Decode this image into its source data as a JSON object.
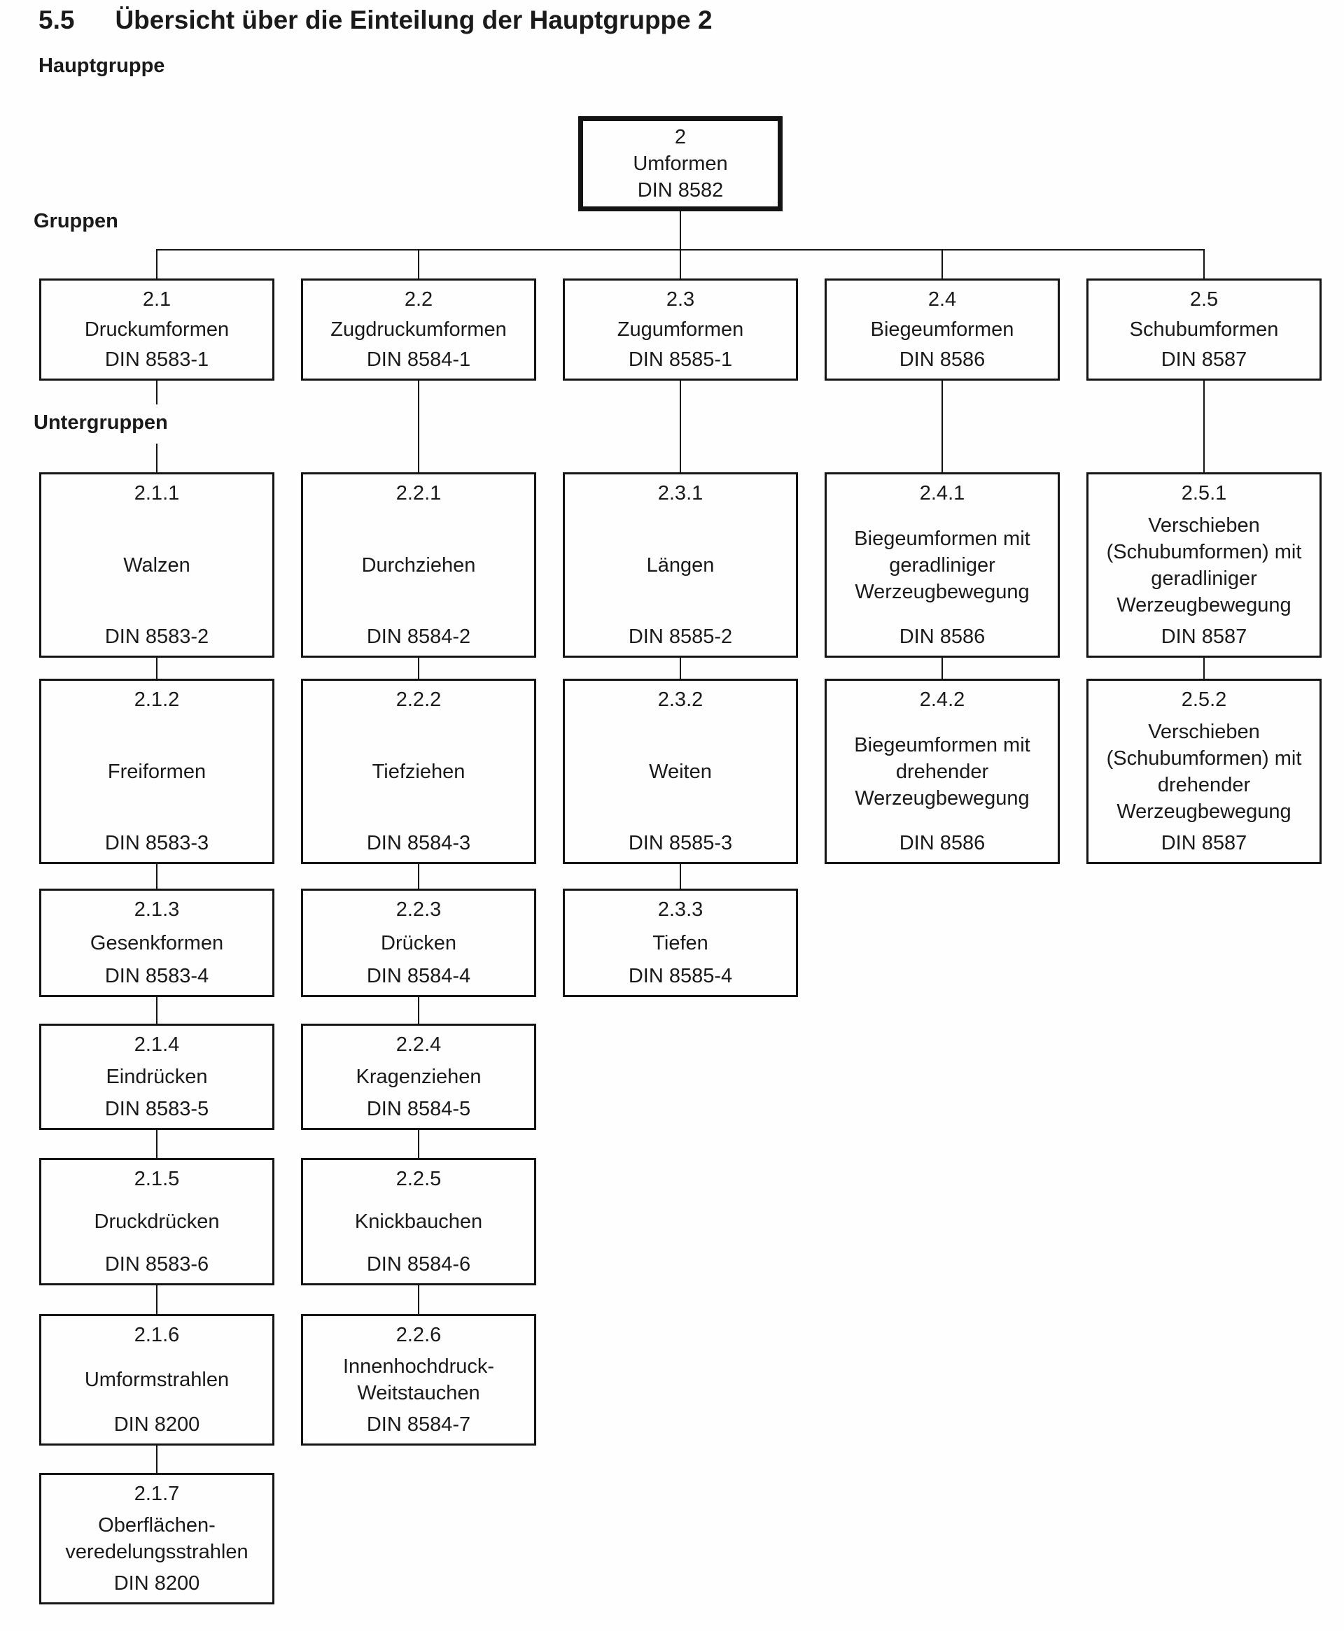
{
  "page": {
    "title_number": "5.5",
    "title_text": "Übersicht über die Einteilung der Hauptgruppe 2"
  },
  "labels": {
    "hauptgruppe": "Hauptgruppe",
    "gruppen": "Gruppen",
    "untergruppen": "Untergruppen"
  },
  "colors": {
    "background": "#fefefe",
    "ink": "#141414"
  },
  "diagram": {
    "root": {
      "code": "2",
      "name": "Umformen",
      "din": "DIN 8582"
    },
    "groups": [
      {
        "code": "2.1",
        "name": "Druckumformen",
        "din": "DIN 8583-1"
      },
      {
        "code": "2.2",
        "name": "Zugdruckumformen",
        "din": "DIN 8584-1"
      },
      {
        "code": "2.3",
        "name": "Zugumformen",
        "din": "DIN 8585-1"
      },
      {
        "code": "2.4",
        "name": "Biegeumformen",
        "din": "DIN 8586"
      },
      {
        "code": "2.5",
        "name": "Schubumformen",
        "din": "DIN 8587"
      }
    ],
    "columns": [
      {
        "items": [
          {
            "code": "2.1.1",
            "name": "Walzen",
            "din": "DIN 8583-2"
          },
          {
            "code": "2.1.2",
            "name": "Freiformen",
            "din": "DIN 8583-3"
          },
          {
            "code": "2.1.3",
            "name": "Gesenkformen",
            "din": "DIN 8583-4"
          },
          {
            "code": "2.1.4",
            "name": "Eindrücken",
            "din": "DIN 8583-5"
          },
          {
            "code": "2.1.5",
            "name": "Druckdrücken",
            "din": "DIN 8583-6"
          },
          {
            "code": "2.1.6",
            "name": "Umformstrahlen",
            "din": "DIN 8200"
          },
          {
            "code": "2.1.7",
            "name": "Oberflächen-\nveredelungsstrahlen",
            "din": "DIN 8200"
          }
        ]
      },
      {
        "items": [
          {
            "code": "2.2.1",
            "name": "Durchziehen",
            "din": "DIN 8584-2"
          },
          {
            "code": "2.2.2",
            "name": "Tiefziehen",
            "din": "DIN 8584-3"
          },
          {
            "code": "2.2.3",
            "name": "Drücken",
            "din": "DIN 8584-4"
          },
          {
            "code": "2.2.4",
            "name": "Kragenziehen",
            "din": "DIN 8584-5"
          },
          {
            "code": "2.2.5",
            "name": "Knickbauchen",
            "din": "DIN 8584-6"
          },
          {
            "code": "2.2.6",
            "name": "Innenhochdruck-\nWeitstauchen",
            "din": "DIN 8584-7"
          }
        ]
      },
      {
        "items": [
          {
            "code": "2.3.1",
            "name": "Längen",
            "din": "DIN 8585-2"
          },
          {
            "code": "2.3.2",
            "name": "Weiten",
            "din": "DIN 8585-3"
          },
          {
            "code": "2.3.3",
            "name": "Tiefen",
            "din": "DIN 8585-4"
          }
        ]
      },
      {
        "items": [
          {
            "code": "2.4.1",
            "name": "Biegeumformen mit\ngeradliniger\nWerzeugbewegung",
            "din": "DIN 8586"
          },
          {
            "code": "2.4.2",
            "name": "Biegeumformen mit\ndrehender\nWerzeugbewegung",
            "din": "DIN 8586"
          }
        ]
      },
      {
        "items": [
          {
            "code": "2.5.1",
            "name": "Verschieben\n(Schubumformen) mit\ngeradliniger\nWerzeugbewegung",
            "din": "DIN 8587"
          },
          {
            "code": "2.5.2",
            "name": "Verschieben\n(Schubumformen) mit\ndrehender\nWerzeugbewegung",
            "din": "DIN 8587"
          }
        ]
      }
    ]
  }
}
